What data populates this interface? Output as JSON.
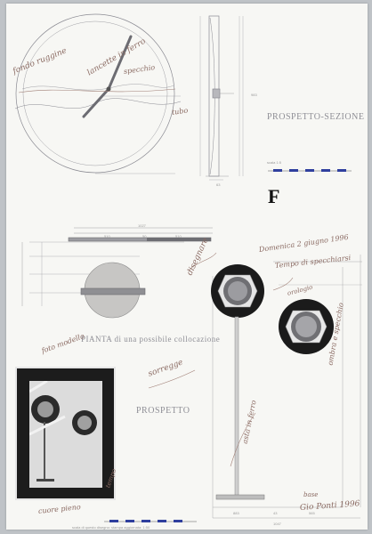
{
  "sheet": {
    "letter": "F",
    "titles": {
      "prospetto_sezione": "PROSPETTO-SEZIONE",
      "pianta": "PIANTA di una possibile collocazione",
      "prospetto": "PROSPETTO"
    },
    "scale_note": "scala 1:5",
    "bottom_note": "scala di questo disegno: stampa aggiornata: 1:50",
    "dimensions": {
      "plan_total": "1027",
      "plan_left": "510",
      "plan_mid": "50",
      "plan_right": "510",
      "section_height": "983",
      "section_base": "63",
      "elev_total": "1047",
      "elev_left": "883",
      "elev_mid": "43",
      "elev_right": "565"
    },
    "handwriting": {
      "h1": "fondo ruggine",
      "h2": "lancette in ferro",
      "h3": "specchio",
      "h4": "tubo",
      "h5": "Domenica 2 giugno 1996",
      "h6": "Tempo di specchiarsi",
      "h7": "disegnare",
      "h8": "orologio",
      "h9": "ombra e specchio",
      "h10": "sorregge",
      "h11": "asta in ferro",
      "h12": "base",
      "h13": "Gio Ponti 1996",
      "h14": "foto modello",
      "h15": "cuore pieno",
      "h16": "tempo"
    }
  },
  "colors": {
    "paper": "#f7f7f4",
    "ink": "#7d7d85",
    "pencil": "#8a6a62",
    "scale_blue": "#2f3f9e"
  }
}
